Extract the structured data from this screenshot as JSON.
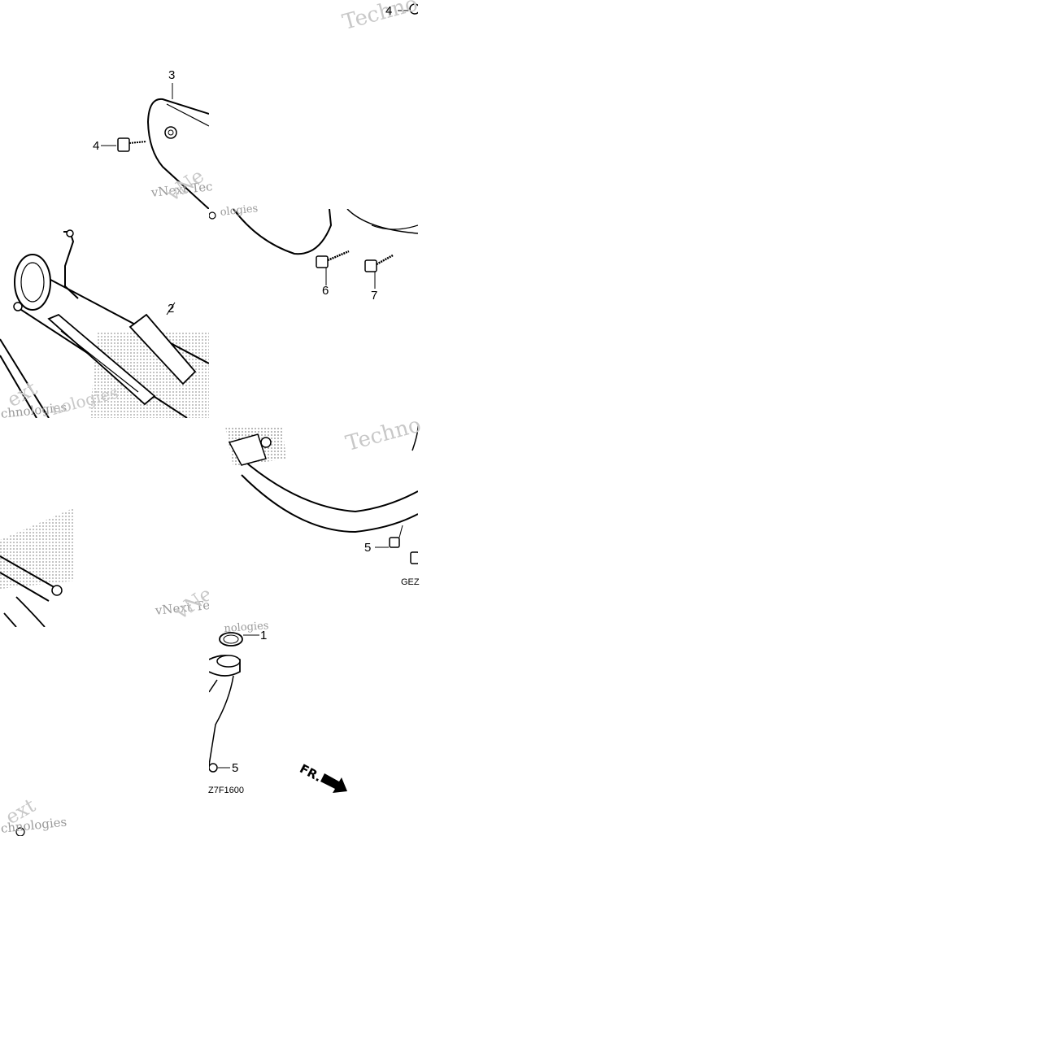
{
  "callouts": {
    "c1": "1",
    "c2": "2",
    "c3": "3",
    "c4a": "4",
    "c4b": "4",
    "c5a": "5",
    "c5b": "5",
    "c6": "6",
    "c7": "7"
  },
  "codes": {
    "code_a": "GEZ",
    "code_b": "Z7F1600"
  },
  "watermarks": {
    "w1": "Techno",
    "w2": "vNext Tec",
    "w3": "vNe",
    "w4": "nologies",
    "w5": "ext",
    "w6": "chnologies",
    "w7": "Techno",
    "w8": "vNext Tec",
    "w9": "vNe",
    "w10": "ologies",
    "w11": "ext",
    "w12": "chnologies"
  },
  "direction": {
    "label": "FR."
  }
}
